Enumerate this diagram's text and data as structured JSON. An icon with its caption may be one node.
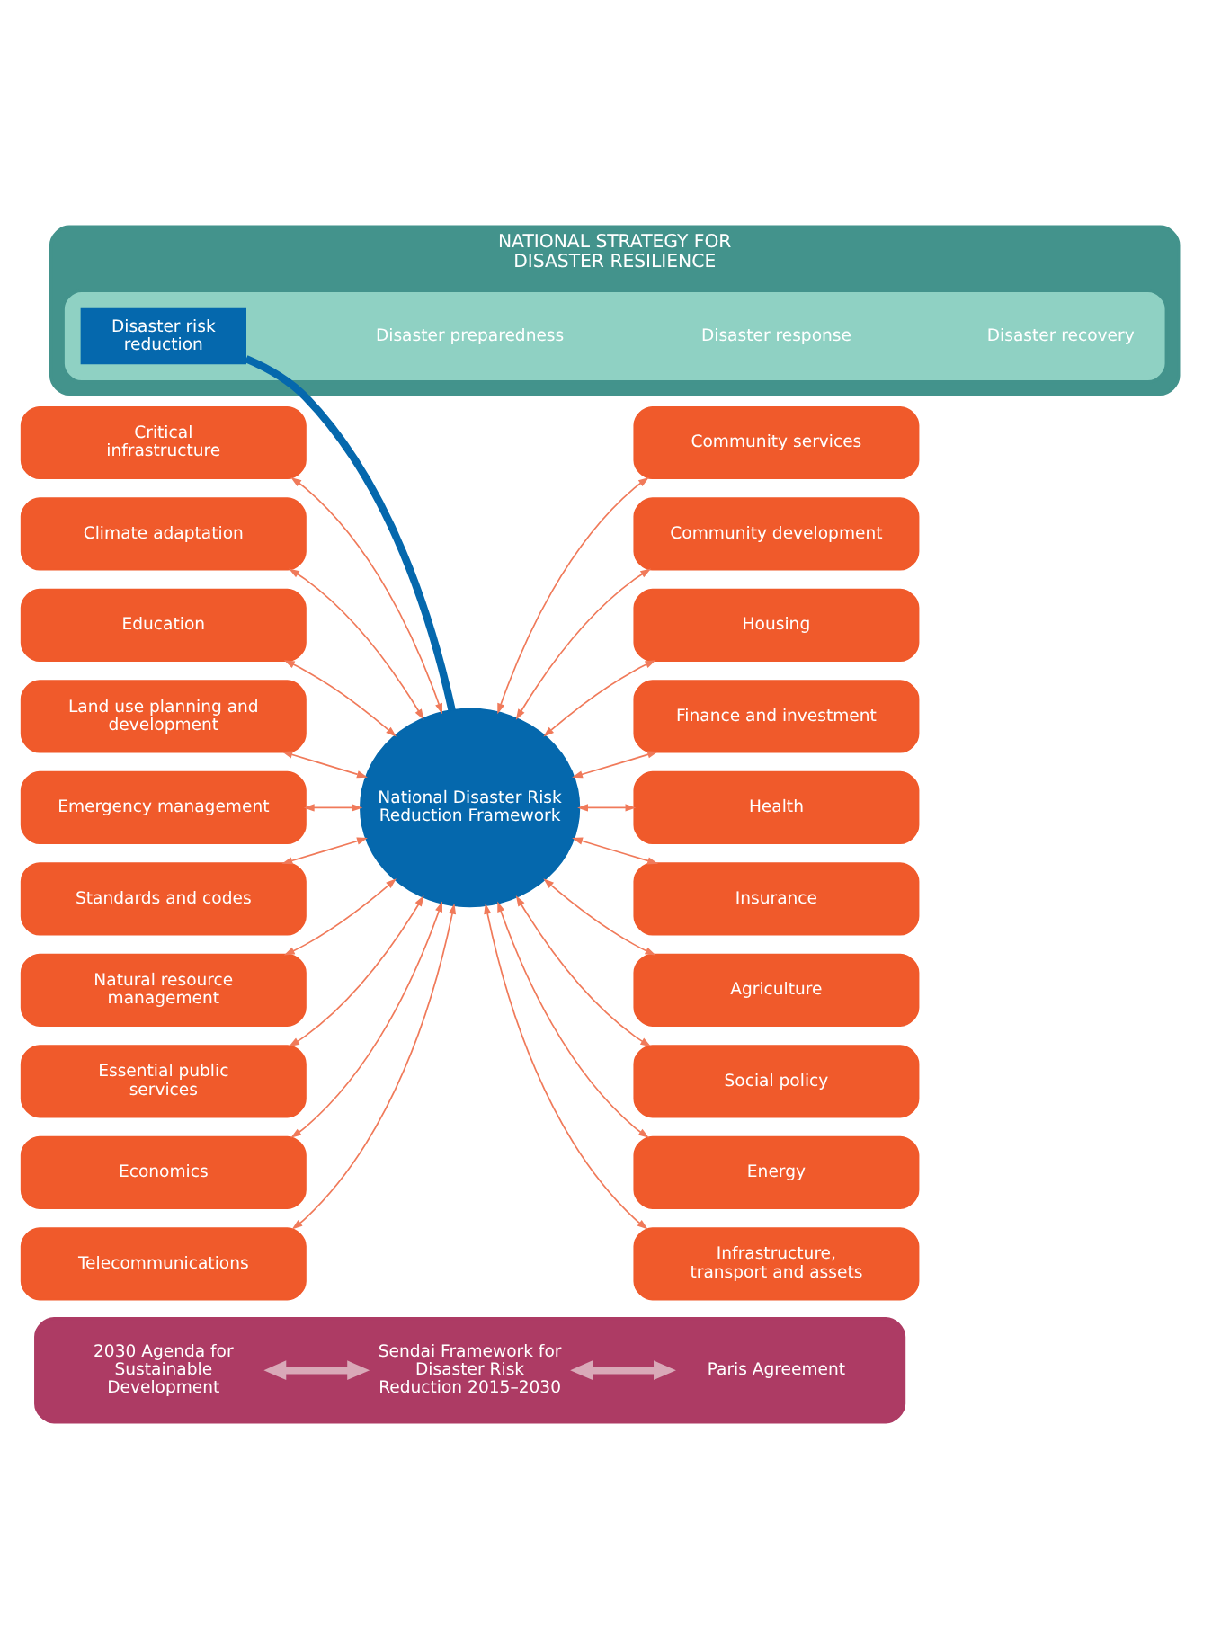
{
  "diagram": {
    "nodes": [
      {
        "text": [],
        "shape": "box"
      },
      {
        "text": [
          "2030 Agenda for Sustainable Development"
        ],
        "in": 0
      },
      {
        "text": [
          "Sendai Framework for Disaster Risk Reduction 2015–2030"
        ],
        "in": 0
      },
      {
        "text": [
          "Paris Agreement"
        ],
        "in": 0
      },
      {
        "text": [
          "NATIONAL STRATEGY FOR DISASTER RESILIENCE"
        ]
      },
      {
        "text": [],
        "shape": "box",
        "in": 4
      },
      {
        "text": [
          "Disaster risk reduction"
        ],
        "in": 5
      },
      {
        "text": [
          "Disaster preparedness"
        ],
        "in": 5
      },
      {
        "text": [
          "Disaster response"
        ],
        "in": 5
      },
      {
        "text": [
          "Disaster recovery"
        ],
        "in": 5
      },
      {
        "text": [
          "National Disaster Risk Reduction Framework"
        ]
      },
      {
        "text": [
          "Critical infrastructure"
        ]
      },
      {
        "text": [
          "Climate adaptation"
        ]
      },
      {
        "text": [
          "Education"
        ]
      },
      {
        "text": [
          "Land use planning and development"
        ]
      },
      {
        "text": [
          "Emergency management"
        ]
      },
      {
        "text": [
          "Standards and codes"
        ]
      },
      {
        "text": [
          "Natural resource management"
        ]
      },
      {
        "text": [
          "Essential public services"
        ]
      },
      {
        "text": [
          "Economics"
        ]
      },
      {
        "text": [
          "Telecommunications"
        ]
      },
      {
        "text": [
          "Community services"
        ]
      },
      {
        "text": [
          "Community development"
        ]
      },
      {
        "text": [
          "Housing"
        ]
      },
      {
        "text": [
          "Finance and investment"
        ]
      },
      {
        "text": [
          "Health"
        ]
      },
      {
        "text": [
          "Insurance"
        ]
      },
      {
        "text": [
          "Agriculture"
        ]
      },
      {
        "text": [
          "Social policy"
        ]
      },
      {
        "text": [
          "Energy"
        ]
      },
      {
        "text": [
          "Infrastructure, transport and assets"
        ]
      }
    ],
    "edges": [
      {
        "from": 1,
        "to": 2,
        "arrow": "both",
        "style": "thick",
        "color": "#d9a9b8"
      },
      {
        "from": 2,
        "to": 3,
        "arrow": "both",
        "style": "thick",
        "color": "#d9a9b8"
      },
      {
        "from": 6,
        "to": 10,
        "arrow": "none",
        "style": "thick",
        "color": "#0568ad"
      },
      {
        "from": 11,
        "to": 10,
        "arrow": "both"
      },
      {
        "from": 12,
        "to": 10,
        "arrow": "both"
      },
      {
        "from": 13,
        "to": 10,
        "arrow": "both"
      },
      {
        "from": 14,
        "to": 10,
        "arrow": "both"
      },
      {
        "from": 15,
        "to": 10,
        "arrow": "both"
      },
      {
        "from": 16,
        "to": 10,
        "arrow": "both"
      },
      {
        "from": 17,
        "to": 10,
        "arrow": "both"
      },
      {
        "from": 18,
        "to": 10,
        "arrow": "both"
      },
      {
        "from": 19,
        "to": 10,
        "arrow": "both"
      },
      {
        "from": 20,
        "to": 10,
        "arrow": "both"
      },
      {
        "from": 10,
        "to": 21,
        "arrow": "both"
      },
      {
        "from": 10,
        "to": 22,
        "arrow": "both"
      },
      {
        "from": 10,
        "to": 23,
        "arrow": "both"
      },
      {
        "from": 10,
        "to": 24,
        "arrow": "both"
      },
      {
        "from": 10,
        "to": 25,
        "arrow": "both"
      },
      {
        "from": 10,
        "to": 26,
        "arrow": "both"
      },
      {
        "from": 10,
        "to": 27,
        "arrow": "both"
      },
      {
        "from": 10,
        "to": 28,
        "arrow": "both"
      },
      {
        "from": 10,
        "to": 29,
        "arrow": "both"
      },
      {
        "from": 10,
        "to": 30,
        "arrow": "both"
      }
    ]
  }
}
